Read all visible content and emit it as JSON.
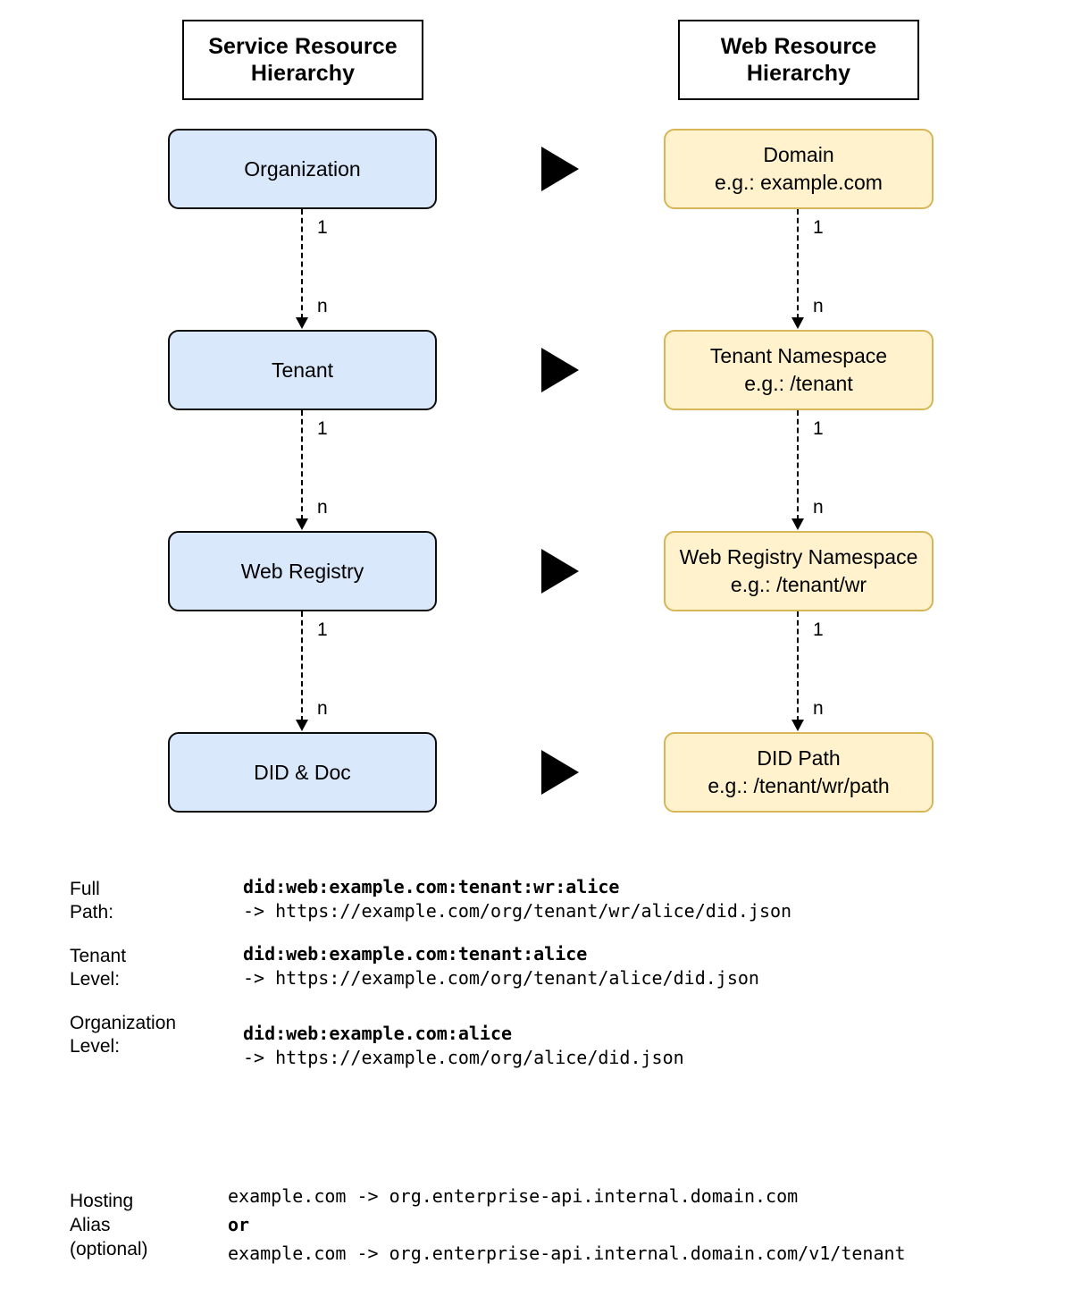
{
  "columns": {
    "service": {
      "title": "Service Resource\nHierarchy"
    },
    "web": {
      "title": "Web Resource\nHierarchy"
    }
  },
  "rows": [
    {
      "service": {
        "label": "Organization"
      },
      "web": {
        "label": "Domain",
        "example": "e.g.: example.com"
      },
      "mapping_icon": "right-triangle-icon"
    },
    {
      "service": {
        "label": "Tenant"
      },
      "web": {
        "label": "Tenant Namespace",
        "example": "e.g.: /tenant"
      },
      "mapping_icon": "right-triangle-icon"
    },
    {
      "service": {
        "label": "Web Registry"
      },
      "web": {
        "label": "Web Registry Namespace",
        "example": "e.g.: /tenant/wr"
      },
      "mapping_icon": "right-triangle-icon"
    },
    {
      "service": {
        "label": "DID & Doc"
      },
      "web": {
        "label": "DID Path",
        "example": "e.g.: /tenant/wr/path"
      },
      "mapping_icon": "right-triangle-icon"
    }
  ],
  "connectors": [
    {
      "top_label": "1",
      "bottom_label": "n"
    },
    {
      "top_label": "1",
      "bottom_label": "n"
    },
    {
      "top_label": "1",
      "bottom_label": "n"
    }
  ],
  "examples": [
    {
      "label": "Full\nPath:",
      "did": "did:web:example.com:tenant:wr:alice",
      "url": "-> https://example.com/org/tenant/wr/alice/did.json"
    },
    {
      "label": "Tenant\nLevel:",
      "did": "did:web:example.com:tenant:alice",
      "url": "-> https://example.com/org/tenant/alice/did.json"
    },
    {
      "label": "Organization\nLevel:",
      "did": "did:web:example.com:alice",
      "url": "-> https://example.com/org/alice/did.json"
    }
  ],
  "hosting": {
    "label": "Hosting\nAlias\n(optional)",
    "line1": "example.com -> org.enterprise-api.internal.domain.com",
    "separator": "or",
    "line2": "example.com -> org.enterprise-api.internal.domain.com/v1/tenant"
  },
  "colors": {
    "service_fill": "#dae8fc",
    "service_stroke": "#0c0c0c",
    "web_fill": "#fff2cc",
    "web_stroke": "#d6b656",
    "text": "#000000",
    "background": "#ffffff"
  }
}
